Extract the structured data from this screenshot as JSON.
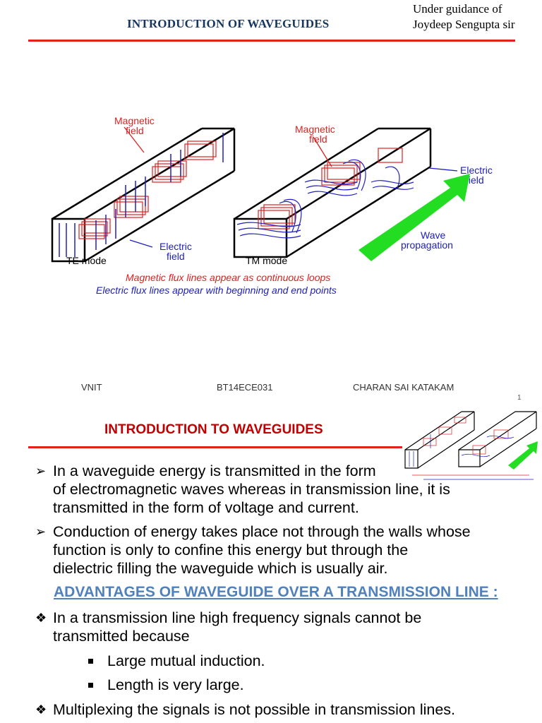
{
  "slide1": {
    "title": "INTRODUCTION OF WAVEGUIDES",
    "guidance_line1": "Under guidance of",
    "guidance_line2": "Joydeep Sengupta sir",
    "diagram": {
      "te_magnetic": "Magnetic",
      "te_magnetic2": "field",
      "te_electric": "Electric",
      "te_electric2": "field",
      "te_mode": "TE mode",
      "tm_magnetic": "Magnetic",
      "tm_magnetic2": "field",
      "tm_electric": "Electric",
      "tm_electric2": "field",
      "tm_mode": "TM mode",
      "wave1": "Wave",
      "wave2": "propagation",
      "caption1": "Magnetic flux lines appear as continuous loops",
      "caption2": "Electric flux lines appear with beginning and end points"
    },
    "footer_left": "VNIT",
    "footer_center": "BT14ECE031",
    "footer_right": "CHARAN SAI KATAKAM",
    "page_number": "1"
  },
  "slide2": {
    "title": "INTRODUCTION TO WAVEGUIDES",
    "bullets": [
      {
        "marker": "➢",
        "lines": [
          "In a waveguide energy is transmitted in the form",
          "of electromagnetic waves whereas in transmission line, it is",
          "transmitted in the form of voltage and current."
        ]
      },
      {
        "marker": "➢",
        "lines": [
          "Conduction of energy takes place not through the walls whose",
          "function is only to confine this energy but through the",
          "dielectric filling the waveguide which is usually air."
        ]
      }
    ],
    "advantages_heading": "ADVANTAGES OF WAVEGUIDE OVER A TRANSMISSION LINE :",
    "adv_bullets": [
      {
        "marker": "❖",
        "lines": [
          "In a transmission line high frequency signals cannot be",
          "transmitted  because"
        ]
      },
      {
        "marker": "❖",
        "lines": [
          "Multiplexing the signals is not possible in transmission lines."
        ]
      }
    ],
    "sub_bullets": [
      "Large mutual induction.",
      "Length is very large."
    ]
  }
}
